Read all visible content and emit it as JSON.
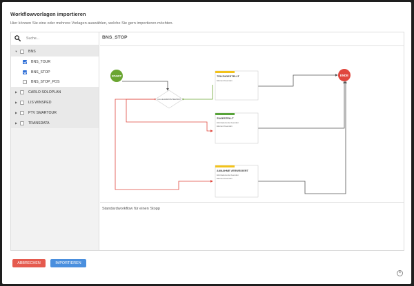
{
  "dialog": {
    "title": "Workflowvorlagen importieren",
    "subtitle": "Hier können Sie eine oder mehrere Vorlagen auswählen, welche Sie gern importieren möchten."
  },
  "search": {
    "placeholder": "Suche..."
  },
  "tree": {
    "bns": {
      "label": "BNS",
      "expanded": true
    },
    "bns_tour": {
      "label": "BNS_TOUR",
      "checked": true
    },
    "bns_stop": {
      "label": "BNS_STOP",
      "checked": true
    },
    "bns_stop_pos": {
      "label": "BNS_STOP_POS",
      "checked": false
    },
    "carlo": {
      "label": "CARLO SOLOPLAN"
    },
    "lis": {
      "label": "LIS WINSPED"
    },
    "ptv": {
      "label": "PTV SMARTOUR"
    },
    "transdata": {
      "label": "TRANSDATA"
    }
  },
  "workflow": {
    "title": "BNS_STOP",
    "description": "Standardworkflow für einen Stopp",
    "start_label": "START",
    "end_label": "ENDE",
    "decision_label": "ALLE ELEMENTE BEENDET",
    "nodes": {
      "n1": {
        "title": "TEILZUGESTELLT",
        "items": [
          "Element beenden"
        ]
      },
      "n2": {
        "title": "ZUGESTELLT",
        "items": [
          "Einzelelemente beenden",
          "Element beenden"
        ]
      },
      "n3": {
        "title": "ANNAHME VERWEIGERT",
        "items": [
          "Einzelelemente beenden",
          "Element beenden"
        ]
      }
    }
  },
  "buttons": {
    "cancel": "ABBRECHEN",
    "import": "IMPORTIEREN"
  },
  "close": "×",
  "colors": {
    "start": "#6aa531",
    "end": "#e0473e",
    "bar_yellow": "#f2c21b",
    "bar_green": "#58a33a",
    "line_red": "#e0473e",
    "line_green": "#6aa531",
    "line_dark": "#555555",
    "cancel": "#e55a4e",
    "import": "#4a8fde"
  },
  "icons": {
    "search": "search-icon",
    "caret_down": "caret-down-icon",
    "caret_right": "caret-right-icon",
    "close": "close-icon"
  }
}
